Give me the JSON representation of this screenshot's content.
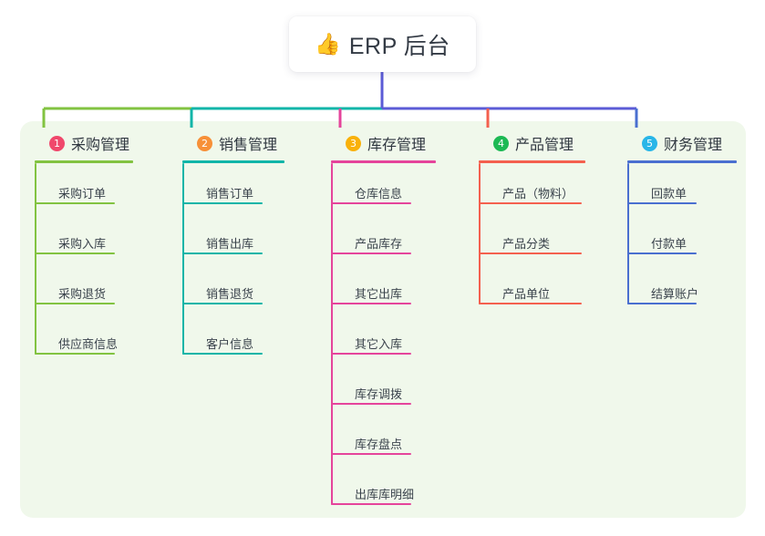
{
  "root": {
    "icon": "thumbs-up-icon",
    "emoji": "👍",
    "title": "ERP 后台"
  },
  "palette": {
    "panel_bg": "#f0f8eb",
    "page_bg": "#ffffff",
    "root_stem": "#5b5bd6",
    "bus_right": "#5b5bd6",
    "text": "#3b434d"
  },
  "columns": [
    {
      "number": "1",
      "title": "采购管理",
      "badge_color": "#f0486c",
      "line_color": "#82c341",
      "items": [
        {
          "label": "采购订单"
        },
        {
          "label": "采购入库"
        },
        {
          "label": "采购退货"
        },
        {
          "label": "供应商信息"
        }
      ]
    },
    {
      "number": "2",
      "title": "销售管理",
      "badge_color": "#f79038",
      "line_color": "#11b5a8",
      "items": [
        {
          "label": "销售订单"
        },
        {
          "label": "销售出库"
        },
        {
          "label": "销售退货"
        },
        {
          "label": "客户信息"
        }
      ]
    },
    {
      "number": "3",
      "title": "库存管理",
      "badge_color": "#f9b10a",
      "line_color": "#e5449b",
      "items": [
        {
          "label": "仓库信息"
        },
        {
          "label": "产品库存"
        },
        {
          "label": "其它出库"
        },
        {
          "label": "其它入库"
        },
        {
          "label": "库存调拨"
        },
        {
          "label": "库存盘点"
        },
        {
          "label": "出库库明细"
        }
      ]
    },
    {
      "number": "4",
      "title": "产品管理",
      "badge_color": "#1db954",
      "line_color": "#f4604f",
      "items": [
        {
          "label": "产品（物料）"
        },
        {
          "label": "产品分类"
        },
        {
          "label": "产品单位"
        }
      ]
    },
    {
      "number": "5",
      "title": "财务管理",
      "badge_color": "#29b6e8",
      "line_color": "#4a6fd0",
      "items": [
        {
          "label": "回款单"
        },
        {
          "label": "付款单"
        },
        {
          "label": "结算账户"
        }
      ]
    }
  ]
}
